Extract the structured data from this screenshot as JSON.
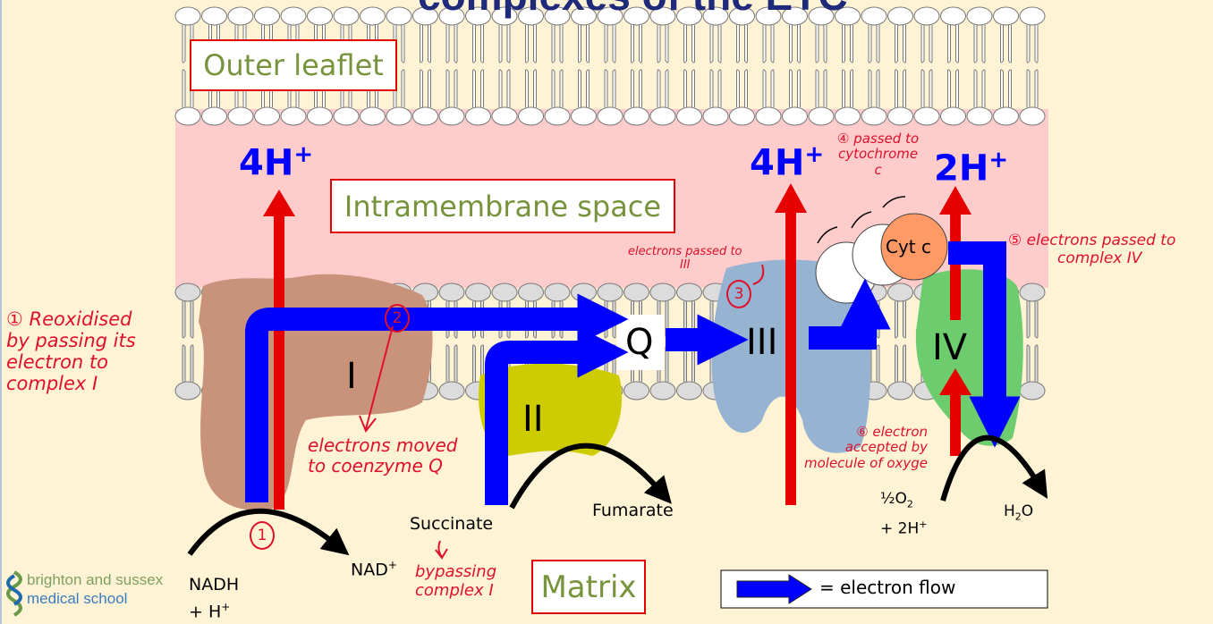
{
  "title": "complexes of the ETC",
  "regions": {
    "outer_leaflet": "Outer leaflet",
    "intramembrane": "Intramembrane space",
    "matrix": "Matrix"
  },
  "protons": {
    "complex_i": "4H",
    "complex_iii": "4H",
    "complex_iv": "2H",
    "plus": "+"
  },
  "complexes": {
    "i": "I",
    "ii": "II",
    "iii": "III",
    "iv": "IV",
    "q": "Q",
    "cytc": "Cyt c"
  },
  "molecules": {
    "succinate": "Succinate",
    "fumarate": "Fumarate",
    "nad": "NAD",
    "nadh": "NADH",
    "h_plus": "+ H",
    "half_o2": "½O",
    "two_h": "+ 2H",
    "water_h": "H",
    "water_o": "O",
    "sub2": "2",
    "sup_plus": "+"
  },
  "legend": {
    "label": "= electron flow"
  },
  "logo": {
    "line1": "brighton and sussex",
    "line2": "medical school"
  },
  "annotations": {
    "note1": [
      "① Reoxidised",
      "by passing its",
      "electron to",
      "complex I"
    ],
    "note2": [
      "electrons moved",
      "to coenzyme Q"
    ],
    "bypass": [
      "bypassing",
      "complex I"
    ],
    "note3": [
      "electrons passed to",
      "III"
    ],
    "note4": [
      "④ passed to",
      "cytochrome",
      "c"
    ],
    "note5": [
      "⑤ electrons passed to",
      "complex IV"
    ],
    "note6": [
      "⑥ electron",
      "accepted by",
      "molecule of oxyge"
    ],
    "circle1": "1",
    "circle2": "2",
    "circle3": "3"
  },
  "colors": {
    "electron_flow": "#0000FF",
    "proton_flow": "#E60000",
    "annotation": "#E0102A",
    "intermembrane": "#FFCCCC",
    "background": "#FFF3D6"
  }
}
